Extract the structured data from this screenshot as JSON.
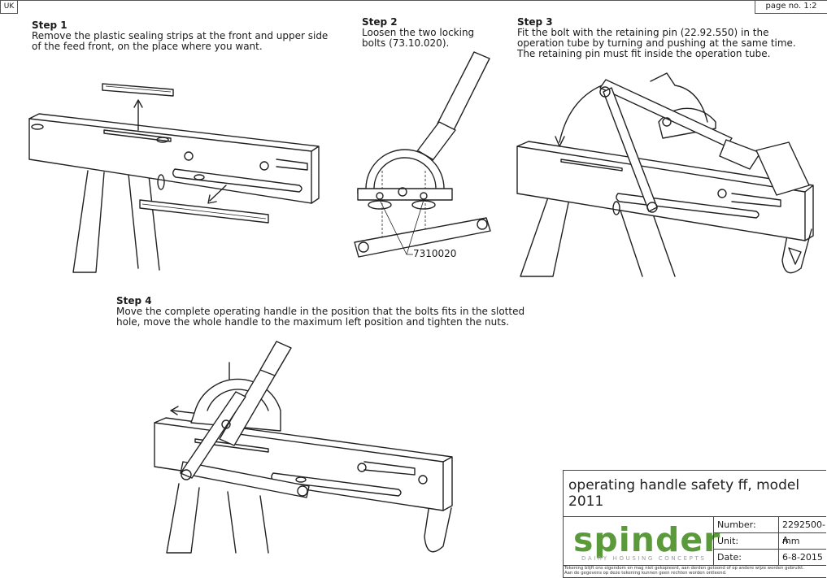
{
  "header": {
    "language": "UK",
    "page_label": "page no. 1:2"
  },
  "steps": [
    {
      "title": "Step 1",
      "text": "Remove the plastic sealing strips at the front and upper side\nof the feed front, on the place where you want."
    },
    {
      "title": "Step 2",
      "text": "Loosen the two locking\nbolts (73.10.020)."
    },
    {
      "title": "Step 3",
      "text": "Fit the bolt with the retaining pin (22.92.550) in the\noperation tube by turning and pushing at the same time.\nThe retaining pin must fit inside the operation tube."
    },
    {
      "title": "Step 4",
      "text": "Move  the complete operating handle in the position that the bolts fits in the slotted\nhole, move the whole handle to the maximum left position and tighten the nuts."
    }
  ],
  "callouts": {
    "step2_part": "7310020"
  },
  "title_block": {
    "title": "operating handle safety ff, model 2011",
    "brand": "spinder",
    "tagline": "DAIRY HOUSING CONCEPTS",
    "fields": [
      {
        "label": "Number:",
        "value": "2292500-A"
      },
      {
        "label": "Unit:",
        "value": "mm"
      },
      {
        "label": "Date:",
        "value": "6-8-2015"
      }
    ],
    "disclaimer": "Tekening blijft ons eigendom en mag niet gekopieerd, aan derden getoond of op andere wijze worden gebruikt.\nAan de gegevens op deze tekening  kunnen geen rechten worden ontleend."
  },
  "colors": {
    "brand_green": "#5a9a3a",
    "line": "#222222"
  }
}
